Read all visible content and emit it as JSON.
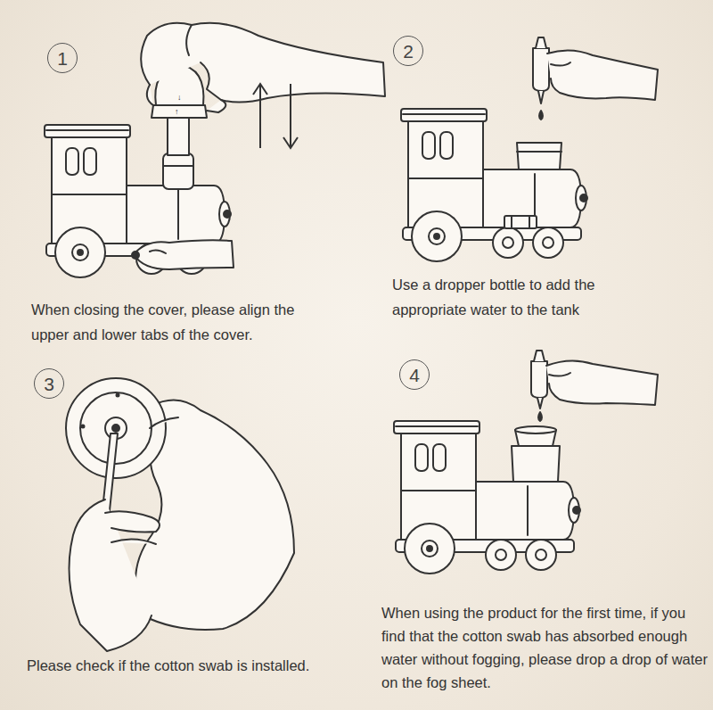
{
  "diagram": {
    "nodes": [
      {
        "text": [
          "1"
        ]
      },
      {
        "text": [
          "2"
        ]
      },
      {
        "text": [
          "3"
        ]
      },
      {
        "text": [
          "4"
        ]
      }
    ],
    "labels": [
      "When closing the cover, please align the upper and lower tabs of the cover.",
      "Use a dropper bottle to add the appropriate water to the tank",
      "Please check if the cotton swab is installed.",
      "When using the product for the first time, if you find that the cotton swab has absorbed enough water without fogging, please drop a drop of water on the fog sheet."
    ]
  }
}
